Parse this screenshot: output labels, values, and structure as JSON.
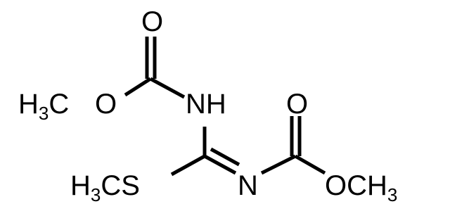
{
  "molecule": {
    "atoms": {
      "o_top": "O",
      "ch3_left": {
        "main": "H",
        "sub": "3",
        "tail": "C"
      },
      "o_left": "O",
      "nh": "NH",
      "o_right_top": "O",
      "ch3s": {
        "main": "H",
        "sub": "3",
        "tail": "CS"
      },
      "n": "N",
      "och3": {
        "main": "OCH",
        "sub": "3"
      }
    }
  }
}
